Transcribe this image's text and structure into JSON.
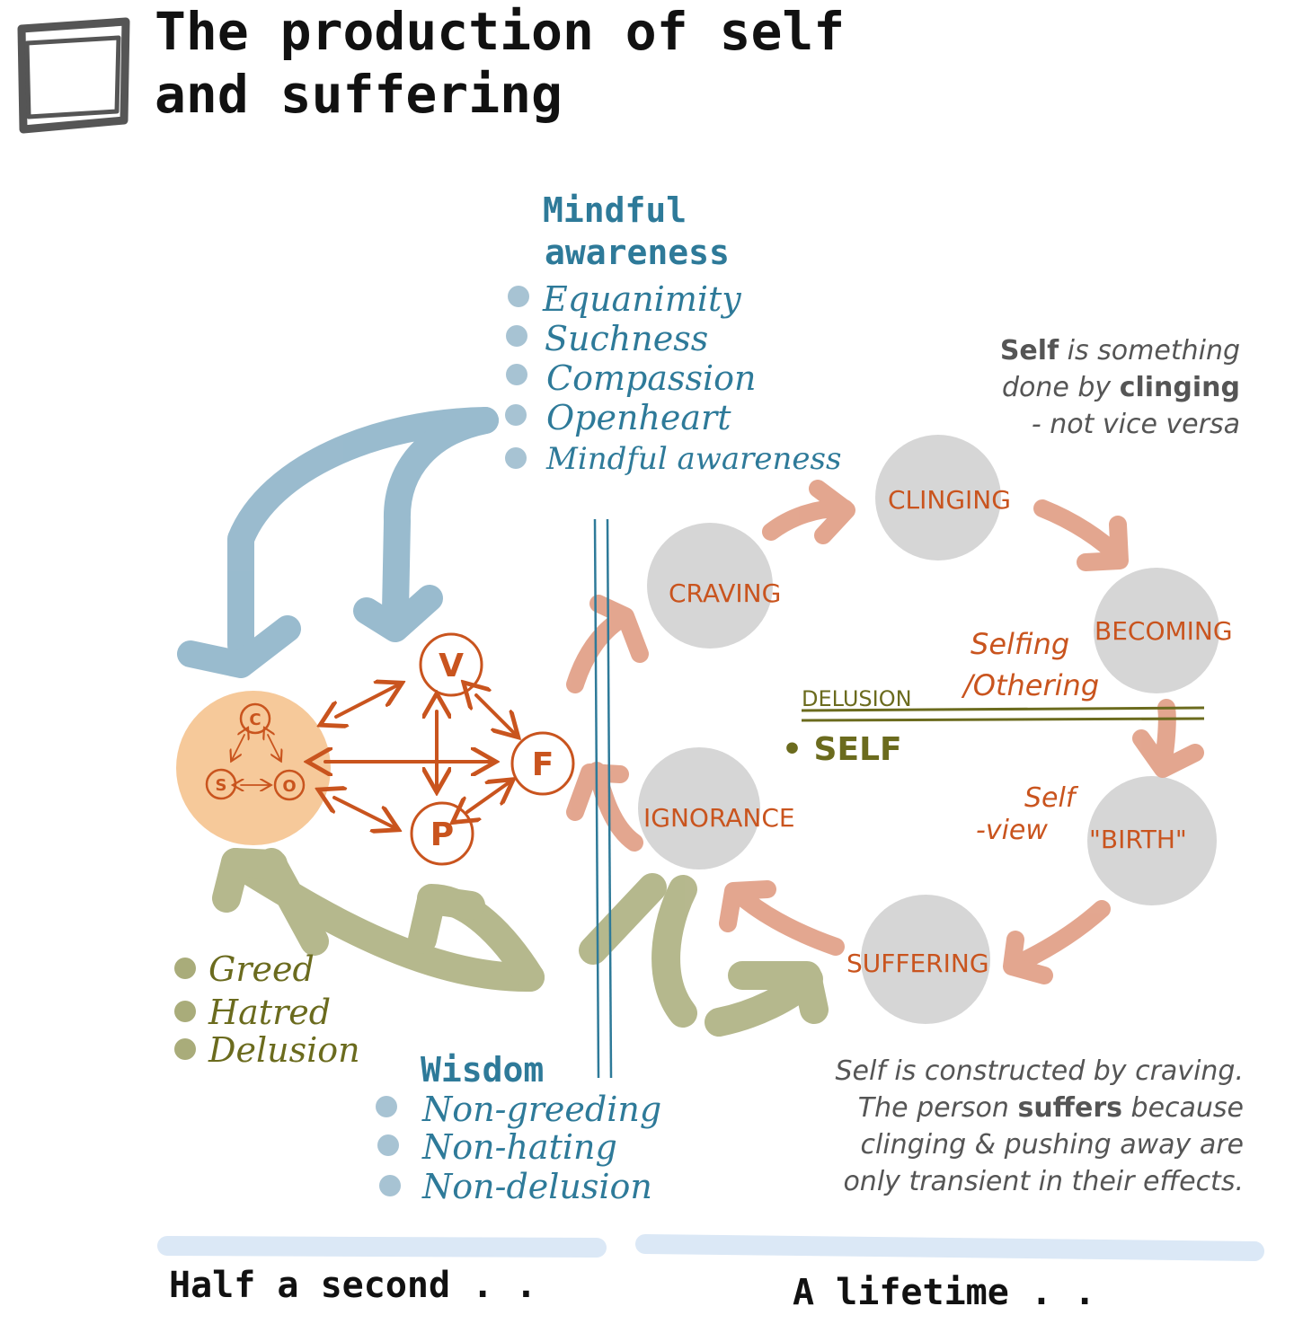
{
  "title": "The production of self and suffering",
  "title_lines": [
    "The production of self",
    "and suffering"
  ],
  "colors": {
    "blue": "#8fb4c9",
    "blue_text": "#2e7a99",
    "orange": "#c9541e",
    "salmon": "#e2a28a",
    "olive": "#a9ac7a",
    "olive_text": "#6b6b1e",
    "grey_circle": "#d6d6d6",
    "peach": "#f6c99a"
  },
  "mindful": {
    "heading": [
      "Mindful",
      "awareness"
    ],
    "items": [
      "Equanimity",
      "Suchness",
      "Compassion",
      "Openheart",
      "Mindful awareness"
    ]
  },
  "wisdom": {
    "heading": "Wisdom",
    "items": [
      "Non-greeding",
      "Non-hating",
      "Non-delusion"
    ]
  },
  "poisons": {
    "items": [
      "Greed",
      "Hatred",
      "Delusion"
    ]
  },
  "cso_nodes": [
    "C",
    "S",
    "O"
  ],
  "vpf_nodes": [
    "V",
    "F",
    "P"
  ],
  "cycle": {
    "craving": "CRAVING",
    "clinging": "CLINGING",
    "becoming": "BECOMING",
    "birth": "\"BIRTH\"",
    "suffering": "SUFFERING",
    "ignorance": "IGNORANCE",
    "selfing": [
      "Selfing",
      "/Othering"
    ],
    "delusion": "DELUSION",
    "self": "• SELF",
    "self_view": [
      "Self",
      "-view"
    ]
  },
  "note_top": {
    "lines": [
      [
        {
          "t": "Self",
          "b": true
        },
        {
          "t": " is something",
          "b": false
        }
      ],
      [
        {
          "t": "done by ",
          "b": false
        },
        {
          "t": "clinging",
          "b": true
        }
      ],
      [
        {
          "t": "- not vice versa",
          "b": false
        }
      ]
    ]
  },
  "note_bottom": {
    "lines": [
      [
        {
          "t": "Self is constructed by craving.",
          "b": false
        }
      ],
      [
        {
          "t": "The person ",
          "b": false
        },
        {
          "t": "suffers",
          "b": true
        },
        {
          "t": " because",
          "b": false
        }
      ],
      [
        {
          "t": "clinging & pushing away are",
          "b": false
        }
      ],
      [
        {
          "t": "only transient in their effects.",
          "b": false
        }
      ]
    ]
  },
  "bottom_labels": {
    "left": "Half a second . .",
    "right": "A lifetime . ."
  }
}
